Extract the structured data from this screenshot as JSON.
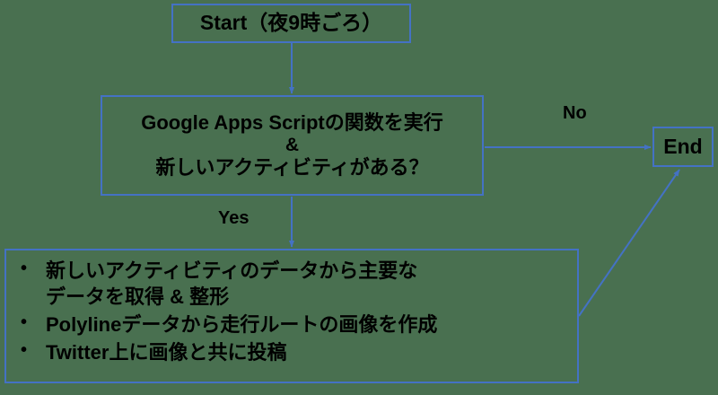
{
  "diagram": {
    "type": "flowchart",
    "background_color": "#497050",
    "node_border_color": "#4472c4",
    "connector_color": "#4472c4",
    "text_color": "#000000",
    "nodes": [
      {
        "id": "start",
        "name": "start-node",
        "label": "Start（夜9時ごろ）"
      },
      {
        "id": "decision",
        "name": "decision-node",
        "line1": "Google Apps Scriptの関数を実行",
        "line2": "&",
        "line3": "新しいアクティビティがある？"
      },
      {
        "id": "process",
        "name": "process-node",
        "bullet_glyph": "•",
        "bullets": [
          "新しいアクティビティのデータから主要な\nデータを取得 & 整形",
          "Polylineデータから走行ルートの画像を作成",
          "Twitter上に画像と共に投稿"
        ]
      },
      {
        "id": "end",
        "name": "end-node",
        "label": "End"
      }
    ],
    "edges": [
      {
        "id": "start-to-decision",
        "name": "edge-start-to-decision",
        "label": ""
      },
      {
        "id": "decision-to-process",
        "name": "edge-decision-to-process",
        "label": "Yes"
      },
      {
        "id": "decision-to-end",
        "name": "edge-decision-to-end",
        "label": "No"
      },
      {
        "id": "process-to-end",
        "name": "edge-process-to-end",
        "label": ""
      }
    ]
  }
}
